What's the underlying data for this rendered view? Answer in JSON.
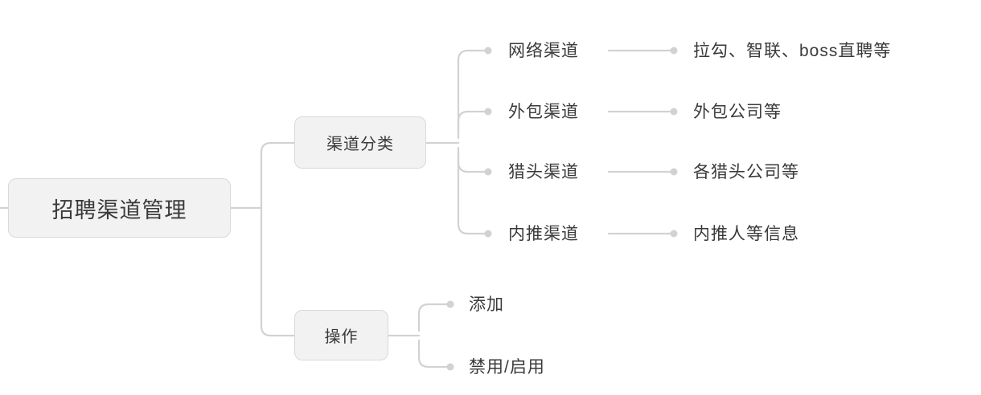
{
  "diagram": {
    "type": "mind-map",
    "title": "招聘渠道管理",
    "background_color": "#ffffff",
    "node_fill": "#f2f2f2",
    "node_border": "#d9d9d9",
    "connector_color": "#d2d2d2",
    "text_color": "#3a3a3a",
    "root": {
      "label": "招聘渠道管理"
    },
    "branches": [
      {
        "label": "渠道分类",
        "children": [
          {
            "label": "网络渠道",
            "detail": "拉勾、智联、boss直聘等"
          },
          {
            "label": "外包渠道",
            "detail": "外包公司等"
          },
          {
            "label": "猎头渠道",
            "detail": "各猎头公司等"
          },
          {
            "label": "内推渠道",
            "detail": "内推人等信息"
          }
        ]
      },
      {
        "label": "操作",
        "children": [
          {
            "label": "添加",
            "detail": ""
          },
          {
            "label": "禁用/启用",
            "detail": ""
          }
        ]
      }
    ]
  }
}
